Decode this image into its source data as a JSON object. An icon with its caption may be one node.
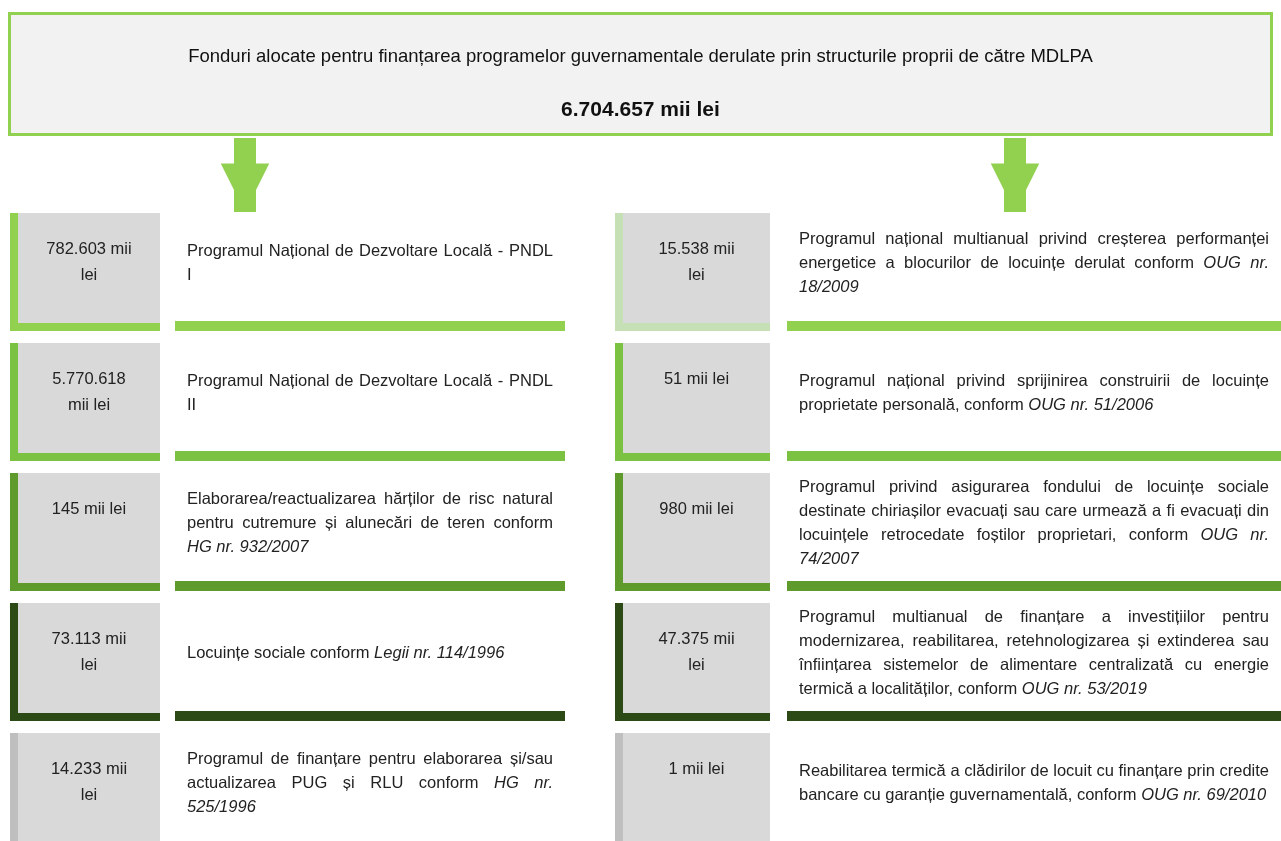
{
  "diagram": {
    "nodes": [
      {
        "text": [
          "Fonduri alocate pentru finanțarea programelor guvernamentale derulate prin structurile proprii de către MDLPA",
          "6.704.657 mii lei"
        ]
      },
      {
        "text": [
          "782.603 mii lei"
        ]
      },
      {
        "text": [
          "Programul Național de Dezvoltare Locală - PNDL I"
        ]
      },
      {
        "text": [
          "15.538 mii lei"
        ]
      },
      {
        "text": [
          "Programul național multianual privind creșterea performanței energetice a blocurilor de locuințe derulat conform *OUG nr. 18/2009*"
        ]
      },
      {
        "text": [
          "5.770.618 mii lei"
        ]
      },
      {
        "text": [
          "Programul Național de Dezvoltare Locală - PNDL II"
        ]
      },
      {
        "text": [
          "51 mii lei"
        ]
      },
      {
        "text": [
          "Programul național privind sprijinirea construirii de locuințe proprietate personală, conform *OUG nr. 51/2006*"
        ]
      },
      {
        "text": [
          "145 mii lei"
        ]
      },
      {
        "text": [
          "Elaborarea/reactualizarea hărților de risc natural pentru cutremure și alunecări de teren conform *HG nr. 932/2007*"
        ]
      },
      {
        "text": [
          "980 mii lei"
        ]
      },
      {
        "text": [
          "Programul privind asigurarea fondului de locuințe sociale destinate chiriașilor evacuați sau care urmează a fi evacuați din locuințele retrocedate foștilor proprietari, conform *OUG nr. 74/2007*"
        ]
      },
      {
        "text": [
          "73.113 mii lei"
        ]
      },
      {
        "text": [
          "Locuințe sociale conform *Legii nr. 114/1996*"
        ]
      },
      {
        "text": [
          "47.375 mii lei"
        ]
      },
      {
        "text": [
          "Programul multianual de finanțare a investițiilor pentru modernizarea, reabilitarea, retehnologizarea și extinderea sau înființarea sistemelor de alimentare centralizată cu energie termică a localităților, conform *OUG nr. 53/2019*"
        ]
      },
      {
        "text": [
          "14.233 mii lei"
        ]
      },
      {
        "text": [
          "Programul de finanțare pentru elaborarea și/sau actualizarea PUG și RLU conform *HG nr. 525/1996*"
        ]
      },
      {
        "text": [
          "1 mii lei"
        ]
      },
      {
        "text": [
          "Reabilitarea termică a clădirilor de locuit cu finanțare prin credite bancare cu garanție guvernamentală, conform *OUG nr. 69/2010*"
        ]
      }
    ],
    "edges": [
      {
        "from": 0,
        "to": 2,
        "arrow": "to"
      },
      {
        "from": 0,
        "to": 4,
        "arrow": "to"
      }
    ]
  }
}
